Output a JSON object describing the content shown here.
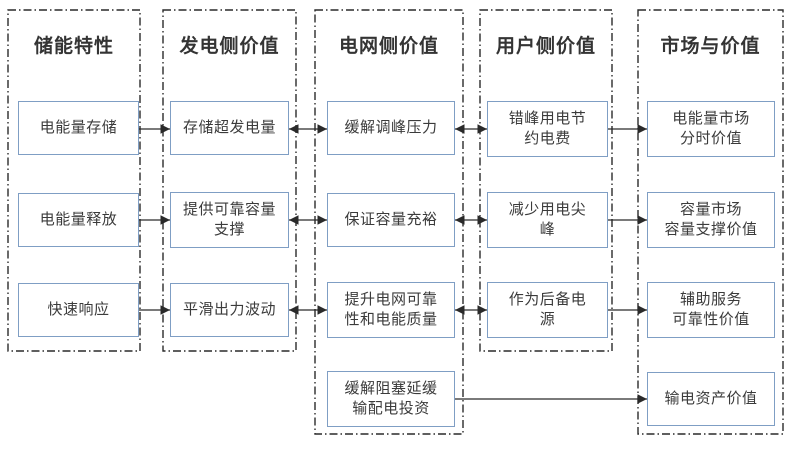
{
  "diagram": {
    "colors": {
      "box_border": "#7f9ec4",
      "box_background": "#ffffff",
      "text": "#3b3b3b",
      "column_outline": "#2a2a2a",
      "arrow": "#2a2a2a"
    },
    "columns": [
      {
        "title": "储能特性",
        "boxes": [
          "电能量存储",
          "电能量释放",
          "快速响应"
        ]
      },
      {
        "title": "发电侧价值",
        "boxes": [
          "存储超发电量",
          "提供可靠容量\n支撑",
          "平滑出力波动"
        ]
      },
      {
        "title": "电网侧价值",
        "boxes": [
          "缓解调峰压力",
          "保证容量充裕",
          "提升电网可靠\n性和电能质量",
          "缓解阻塞延缓\n输配电投资"
        ]
      },
      {
        "title": "用户侧价值",
        "boxes": [
          "错峰用电节\n约电费",
          "减少用电尖\n峰",
          "作为后备电\n源"
        ]
      },
      {
        "title": "市场与价值",
        "boxes": [
          "电能量市场\n分时价值",
          "容量市场\n容量支撑价值",
          "辅助服务\n可靠性价值",
          "输电资产价值"
        ]
      }
    ],
    "arrows": [
      {
        "from": "电能量存储",
        "to": "存储超发电量",
        "type": "single"
      },
      {
        "from": "存储超发电量",
        "to": "缓解调峰压力",
        "type": "double"
      },
      {
        "from": "缓解调峰压力",
        "to": "错峰用电节约电费",
        "type": "double"
      },
      {
        "from": "错峰用电节约电费",
        "to": "电能量市场分时价值",
        "type": "single"
      },
      {
        "from": "电能量释放",
        "to": "提供可靠容量支撑",
        "type": "single"
      },
      {
        "from": "提供可靠容量支撑",
        "to": "保证容量充裕",
        "type": "double"
      },
      {
        "from": "保证容量充裕",
        "to": "减少用电尖峰",
        "type": "double"
      },
      {
        "from": "减少用电尖峰",
        "to": "容量市场容量支撑价值",
        "type": "single"
      },
      {
        "from": "快速响应",
        "to": "平滑出力波动",
        "type": "single"
      },
      {
        "from": "平滑出力波动",
        "to": "提升电网可靠性和电能质量",
        "type": "double"
      },
      {
        "from": "提升电网可靠性和电能质量",
        "to": "作为后备电源",
        "type": "double"
      },
      {
        "from": "作为后备电源",
        "to": "辅助服务可靠性价值",
        "type": "single"
      },
      {
        "from": "缓解阻塞延缓输配电投资",
        "to": "输电资产价值",
        "type": "single"
      }
    ]
  }
}
